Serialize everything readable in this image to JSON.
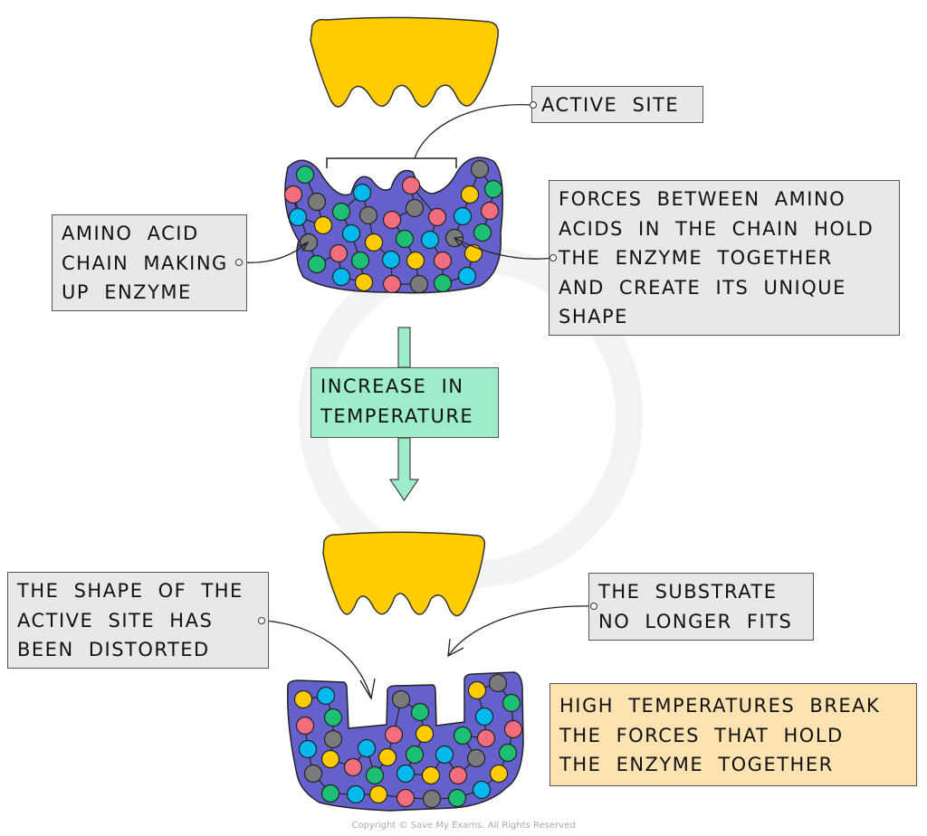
{
  "labels": {
    "active_site": [
      "ACTIVE SITE"
    ],
    "amino_acid_chain": [
      "AMINO ACID",
      "CHAIN MAKING",
      "UP ENZYME"
    ],
    "forces": [
      "FORCES BETWEEN AMINO",
      "ACIDS IN THE CHAIN HOLD",
      "THE ENZYME TOGETHER",
      "AND CREATE ITS UNIQUE",
      "SHAPE"
    ],
    "increase_temperature": [
      "INCREASE IN",
      "TEMPERATURE"
    ],
    "shape_distorted": [
      "THE SHAPE OF THE",
      "ACTIVE SITE HAS",
      "BEEN DISTORTED"
    ],
    "substrate_no_fit": [
      "THE SUBSTRATE",
      "NO LONGER FITS"
    ],
    "high_temperatures": [
      "HIGH TEMPERATURES BREAK",
      "THE FORCES THAT HOLD",
      "THE ENZYME TOGETHER"
    ]
  },
  "copyright": "Copyright © Save My Exams. All Rights Reserved",
  "colors": {
    "enzyme": "#6461cc",
    "substrate": "#ffcc00",
    "amino_green": "#1dbf73",
    "amino_pink": "#f26d7d",
    "amino_blue": "#00b9ee",
    "amino_yellow": "#ffcc00",
    "amino_gray": "#7b7b7b",
    "label_box": "#e8e8e8",
    "temperature_box": "#9cedc8",
    "high_temp_box": "#fde3b2"
  }
}
